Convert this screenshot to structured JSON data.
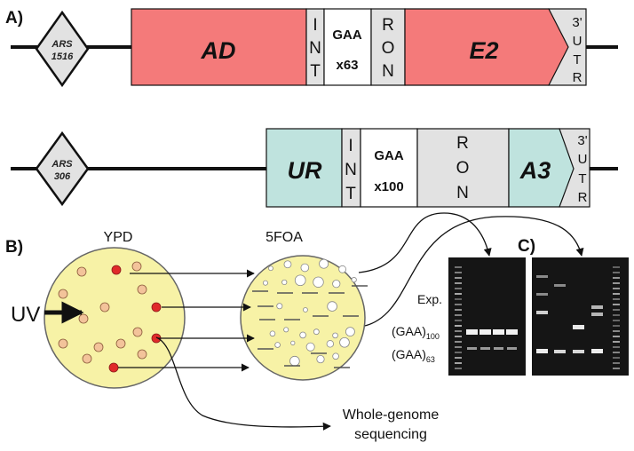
{
  "panels": {
    "a": "A)",
    "b": "B)",
    "c": "C)"
  },
  "construct_1": {
    "ars": [
      "ARS",
      "1516"
    ],
    "segments": {
      "ad": "AD",
      "int": [
        "I",
        "N",
        "T"
      ],
      "gaa": [
        "GAA",
        "x63"
      ],
      "ron": [
        "R",
        "O",
        "N"
      ],
      "e2": "E2",
      "utr": [
        "3'",
        "U",
        "T",
        "R"
      ]
    },
    "colors": {
      "main": "#f47a7a",
      "spacer": "#e2e2e2"
    }
  },
  "construct_2": {
    "ars": [
      "ARS",
      "306"
    ],
    "segments": {
      "ur": "UR",
      "int": [
        "I",
        "N",
        "T"
      ],
      "gaa": [
        "GAA",
        "x100"
      ],
      "ron": [
        "R",
        "O",
        "N"
      ],
      "a3": "A3",
      "utr": [
        "3'",
        "U",
        "T",
        "R"
      ]
    },
    "colors": {
      "main": "#bfe3de",
      "spacer": "#e2e2e2"
    }
  },
  "panel_b": {
    "plate_ypd": "YPD",
    "plate_5foa": "5FOA",
    "uv": "UV",
    "wgs": [
      "Whole-genome",
      "sequencing"
    ],
    "colors": {
      "plate": "#f7f2a6",
      "colony": "#f3c39a",
      "mutant": "#e02a2a"
    }
  },
  "panel_c": {
    "exp": "Exp.",
    "gaa100": [
      "(GAA)",
      "100"
    ],
    "gaa63": [
      "(GAA)",
      "63"
    ]
  }
}
